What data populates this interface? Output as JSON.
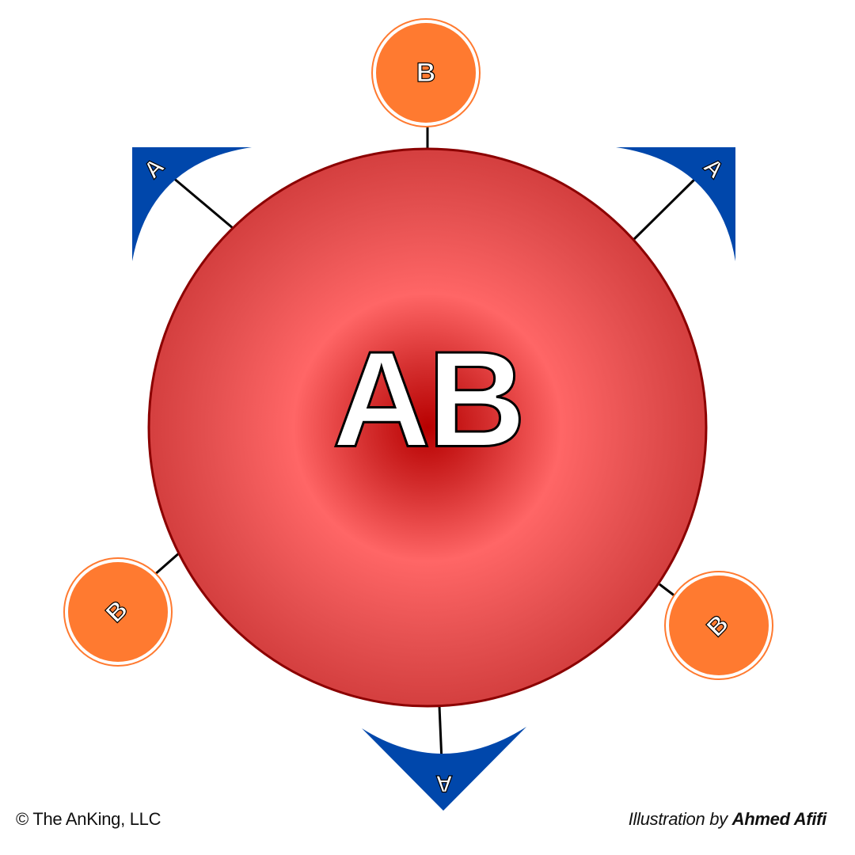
{
  "cell": {
    "label": "AB",
    "colors": {
      "center": "#b80000",
      "ring": "#ff6666",
      "edge": "#d84040",
      "stroke": "#8b0000"
    }
  },
  "antigens": {
    "a_label": "A",
    "b_label": "B",
    "a_color": "#0047ab",
    "b_color": "#ff7a30"
  },
  "footer": {
    "copyright": "© The AnKing, LLC",
    "credit_prefix": "Illustration by ",
    "credit_author": "Ahmed Afifi"
  }
}
